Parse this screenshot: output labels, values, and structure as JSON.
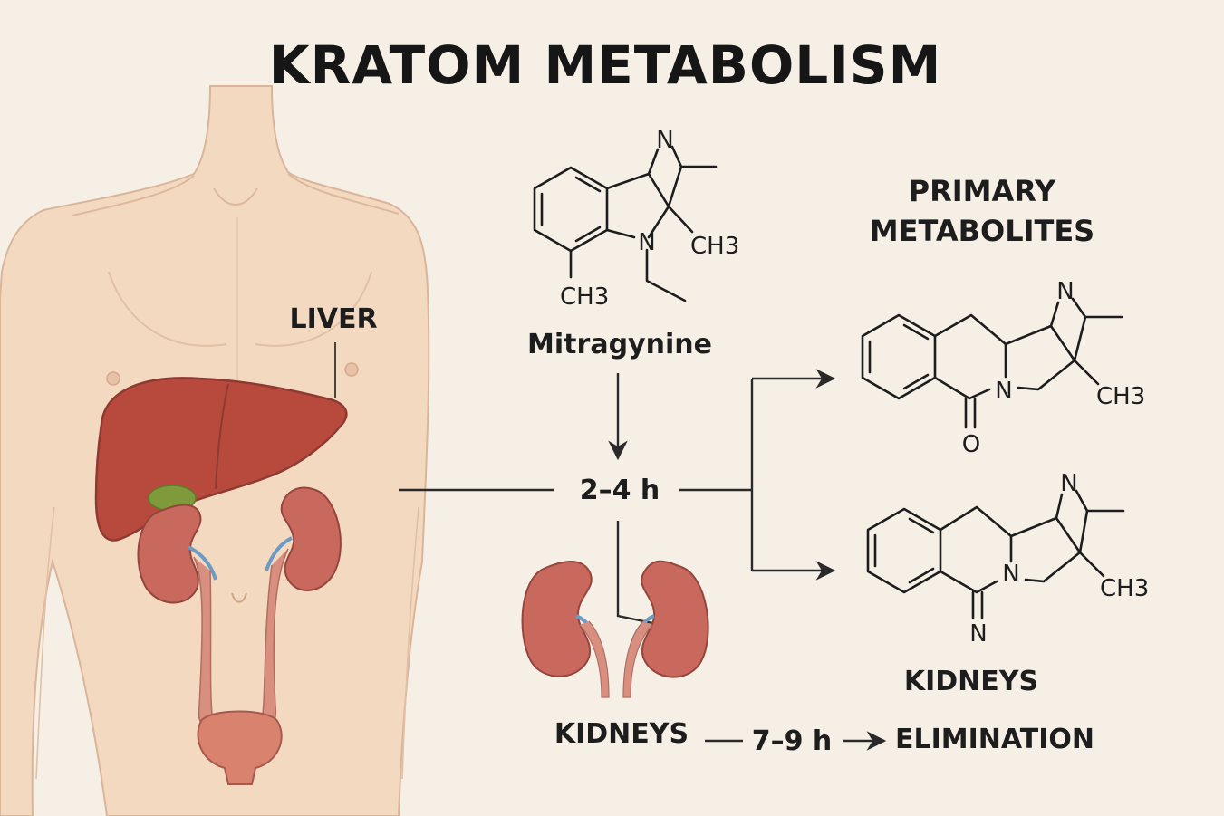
{
  "title": "KRATOM METABOLISM",
  "labels": {
    "liver": "LIVER",
    "primary_metabolites_line1": "PRIMARY",
    "primary_metabolites_line2": "METABOLITES",
    "kidneys_right": "KIDNEYS",
    "kidneys_bottom": "KIDNEYS",
    "elimination": "ELIMINATION"
  },
  "molecules": {
    "parent": {
      "name": "Mitragynine",
      "atoms": {
        "n_top": "N",
        "n_ring": "N",
        "methyl_right": "CH3",
        "methyl_left": "CH3"
      }
    },
    "metabolite_1": {
      "atoms": {
        "n_top": "N",
        "n_ring": "N",
        "methyl": "CH3",
        "oxygen": "O"
      }
    },
    "metabolite_2": {
      "atoms": {
        "n_top": "N",
        "n_ring": "N",
        "methyl": "CH3",
        "imine_n": "N"
      }
    }
  },
  "timings": {
    "liver_phase": "2–4 h",
    "elimination_phase": "7–9 h"
  },
  "colors": {
    "background": "#f6efe5",
    "skin": "#f3d9c0",
    "skin_outline": "#d9b59a",
    "liver": "#b8493d",
    "liver_outline": "#8e3a31",
    "gallbladder": "#7f9a3a",
    "kidney": "#c9685c",
    "kidney_outline": "#94463e",
    "ureter": "#d98f80",
    "vessel_blue": "#6b9ac4"
  }
}
